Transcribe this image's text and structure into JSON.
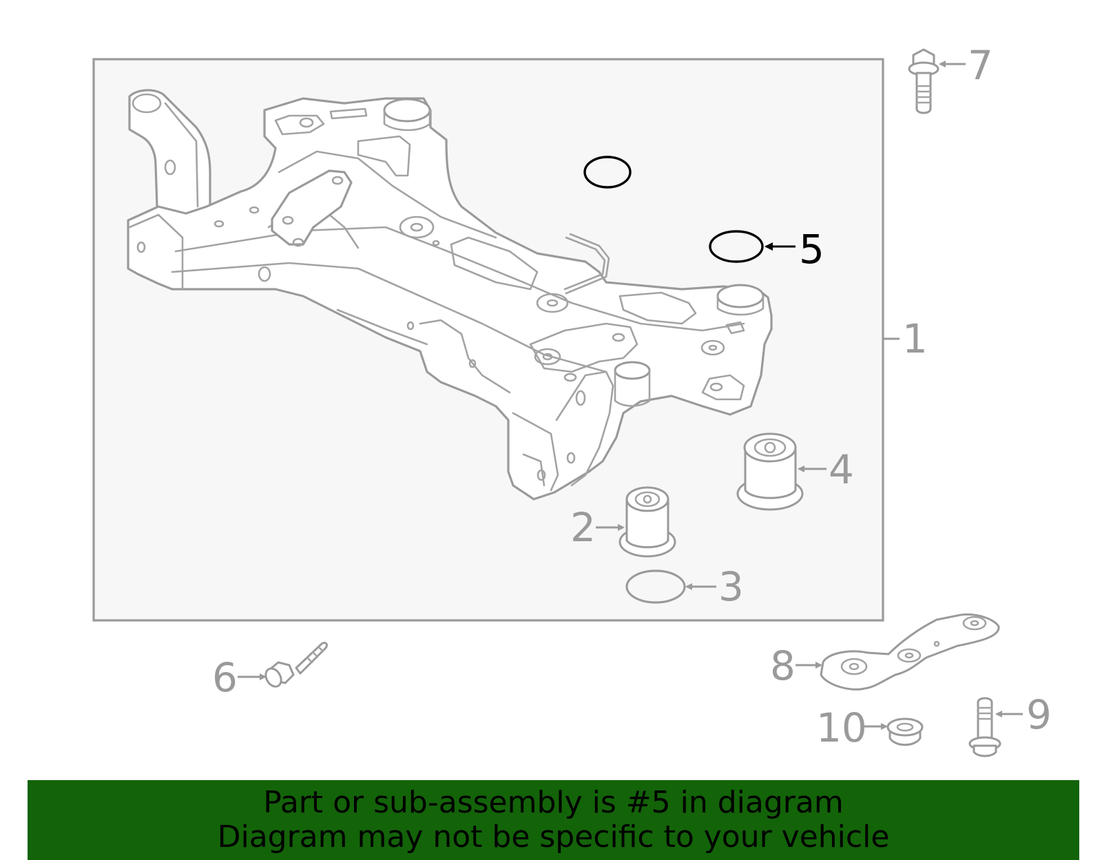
{
  "colors": {
    "part_gray": "#9a9a9a",
    "highlight": "#000000",
    "box_background": "#f7f7f7",
    "banner_background": "#136309",
    "banner_text": "#000000"
  },
  "highlighted_part": "5",
  "callouts": {
    "c1": "1",
    "c2": "2",
    "c3": "3",
    "c4": "4",
    "c5": "5",
    "c6": "6",
    "c7": "7",
    "c8": "8",
    "c9": "9",
    "c10": "10"
  },
  "banner": {
    "line1": "Part or sub-assembly is #5 in diagram",
    "line2": "Diagram may not be specific to your vehicle"
  }
}
